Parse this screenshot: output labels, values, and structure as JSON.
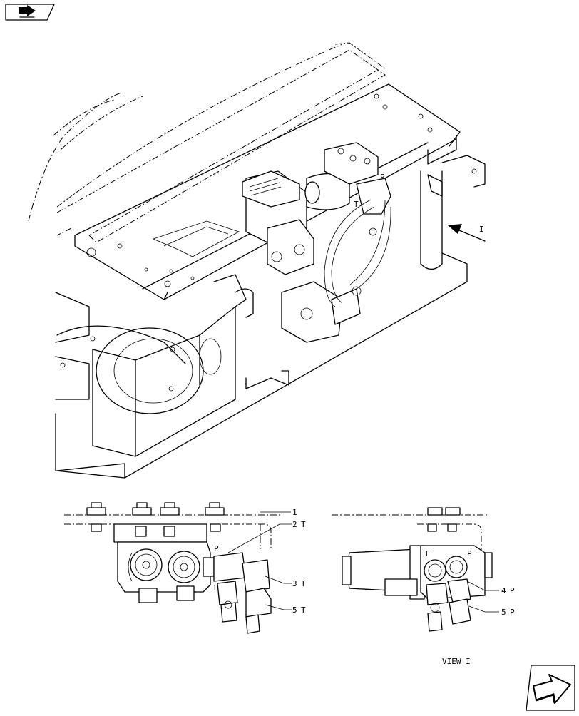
{
  "icons": {
    "top_left": "book-arrow-icon",
    "bottom_right": "next-page-arrow-icon"
  },
  "main_view": {
    "view_arrow_label": "I",
    "port_p": "P",
    "port_t": "T"
  },
  "detail_left": {
    "callouts": [
      {
        "number": "1",
        "port": ""
      },
      {
        "number": "2",
        "port": "T"
      },
      {
        "number": "3",
        "port": "T"
      },
      {
        "number": "5",
        "port": "T"
      }
    ],
    "ports": {
      "p": "P",
      "t": "T"
    }
  },
  "detail_right": {
    "callouts": [
      {
        "number": "4",
        "port": "P"
      },
      {
        "number": "5",
        "port": "P"
      }
    ],
    "ports": {
      "t": "T",
      "p": "P"
    },
    "view_label": "VIEW I"
  }
}
